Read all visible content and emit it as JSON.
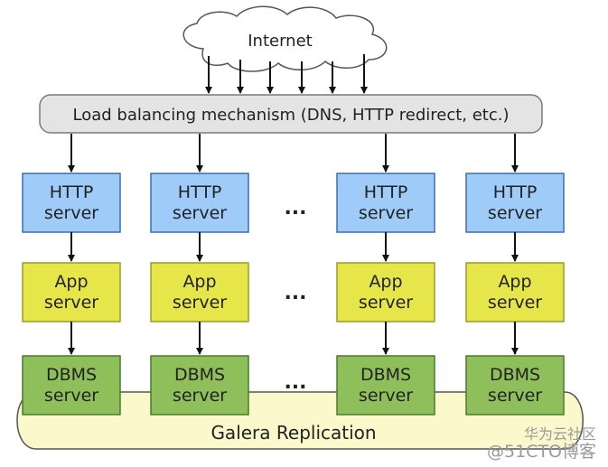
{
  "internet": {
    "label": "Internet"
  },
  "load_balancer": {
    "label": "Load balancing mechanism (DNS, HTTP redirect, etc.)"
  },
  "columns": [
    {
      "http": [
        "HTTP",
        "server"
      ],
      "app": [
        "App",
        "server"
      ],
      "dbms": [
        "DBMS",
        "server"
      ]
    },
    {
      "http": [
        "HTTP",
        "server"
      ],
      "app": [
        "App",
        "server"
      ],
      "dbms": [
        "DBMS",
        "server"
      ]
    },
    {
      "http": [
        "HTTP",
        "server"
      ],
      "app": [
        "App",
        "server"
      ],
      "dbms": [
        "DBMS",
        "server"
      ]
    },
    {
      "http": [
        "HTTP",
        "server"
      ],
      "app": [
        "App",
        "server"
      ],
      "dbms": [
        "DBMS",
        "server"
      ]
    }
  ],
  "ellipsis": "...",
  "replication": {
    "label": "Galera Replication"
  },
  "watermark": {
    "main": "@51CTO博客",
    "overlay": "华为云社区"
  },
  "colors": {
    "http_fill": "#9ecbf7",
    "http_stroke": "#3a6fb0",
    "app_fill": "#e6e64a",
    "app_stroke": "#9c9c2a",
    "dbms_fill": "#8fbf5a",
    "dbms_stroke": "#4c7a2a",
    "lb_fill": "#e4e4e4",
    "lb_stroke": "#7a7a7a",
    "replication_fill": "#fbf8cc",
    "replication_stroke": "#555555",
    "cloud_fill": "#ffffff",
    "cloud_stroke": "#555555"
  }
}
